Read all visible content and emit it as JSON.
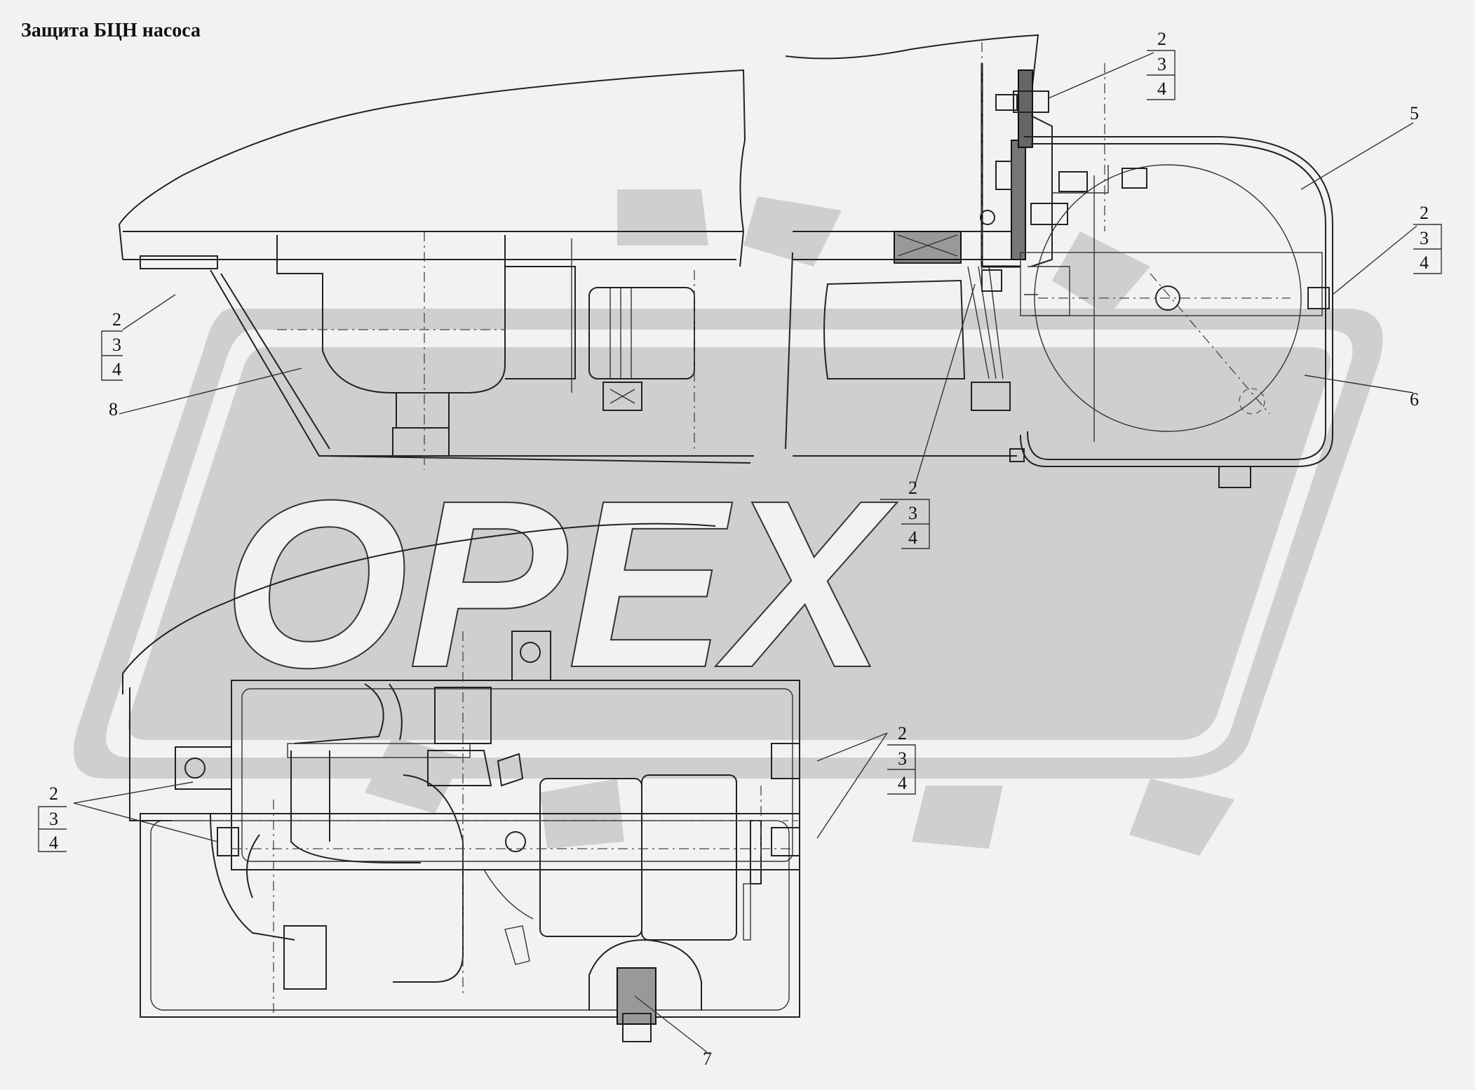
{
  "title": "Защита БЦН насоса",
  "watermark": "OPEX",
  "callout_stacks": [
    {
      "lines": [
        "2",
        "3",
        "4"
      ]
    },
    {
      "lines": [
        "2",
        "3",
        "4"
      ]
    },
    {
      "lines": [
        "2",
        "3",
        "4"
      ]
    },
    {
      "lines": [
        "2",
        "3",
        "4"
      ]
    },
    {
      "lines": [
        "2",
        "3",
        "4"
      ]
    },
    {
      "lines": [
        "2",
        "3",
        "4"
      ]
    }
  ],
  "item_labels": [
    "5",
    "6",
    "7",
    "8"
  ],
  "colors": {
    "background": "#f2f2f0",
    "lines": "#222222",
    "watermark": "#cfcfcf"
  }
}
